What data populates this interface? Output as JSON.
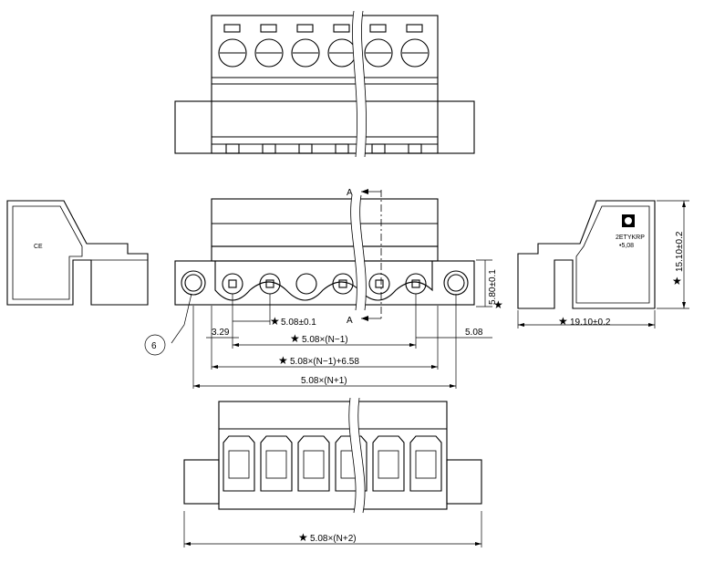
{
  "labels": {
    "section_top": "A",
    "section_bottom": "A",
    "ce_mark": "CE",
    "part_code": "2ETYKRP",
    "pitch_mark": "•5,08",
    "callout": "6",
    "star": "★"
  },
  "dimensions": {
    "pitch_tol": "5.08±0.1",
    "left_offset": "3.29",
    "pitch_n_minus_1": "5.08×(N−1)",
    "right_offset": "5.08",
    "pitch_n_minus_1_plus": "5.08×(N−1)+6.58",
    "pitch_n_plus_1": "5.08×(N+1)",
    "pitch_n_plus_2": "5.08×(N+2)",
    "hole_height": "5.80±0.1",
    "side_height": "15.10±0.2",
    "side_width": "19.10±0.2"
  }
}
